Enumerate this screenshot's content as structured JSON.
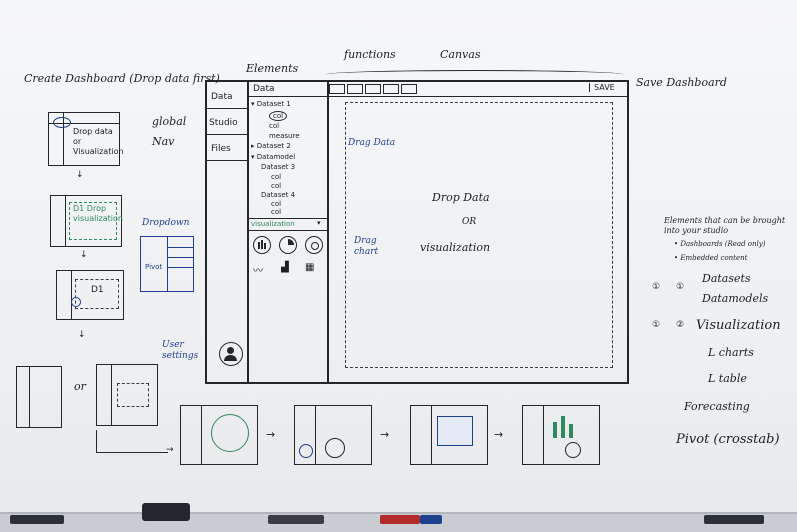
{
  "left_flow": {
    "title": "Create Dashboard (Drop data first)",
    "card1_text": "Drop data or Visualization",
    "card2_text": "D1 Drop visualization",
    "card3_text": "D1",
    "or_label": "or"
  },
  "mockup": {
    "nav_annotation": "global Nav",
    "elements_header": "Elements",
    "functions_header": "functions",
    "canvas_header": "Canvas",
    "save_label": "Save Dashboard",
    "save_button": "SAVE",
    "nav_items": [
      "Data",
      "Studio",
      "Files"
    ],
    "panel_title": "Data",
    "tree": [
      "▾ Dataset 1",
      "col",
      "col",
      "measure",
      "▸ Dataset 2",
      "▾ Datamodel",
      "Dataset 3",
      "col",
      "col",
      "Dataset 4",
      "col",
      "col"
    ],
    "viz_dropdown": "visualization",
    "drag_data": "Drag Data",
    "drag_chart": "Drag chart",
    "dropdown_label": "Dropdown",
    "user_settings": "User settings",
    "canvas_line1": "Drop Data",
    "canvas_line2": "OR",
    "canvas_line3": "visualization",
    "pivot_label": "Pivot"
  },
  "notes": {
    "heading": "Elements that can be brought into your studio",
    "bullet1": "• Dashboards (Read only)",
    "bullet2": "• Embedded content",
    "datasets": "Datasets",
    "datamodels": "Datamodels",
    "visualization": "Visualization",
    "charts": "L charts",
    "table": "L table",
    "forecasting": "Forecasting",
    "pivot": "Pivot (crosstab)",
    "circle1": "①",
    "circle2": "②"
  },
  "colors": {
    "ink": "#1b1f24",
    "blue_ink": "#1f3f8f",
    "green_ink": "#2f8a5e",
    "board": "#f3f4f6",
    "tray": "#c9cdd2"
  }
}
